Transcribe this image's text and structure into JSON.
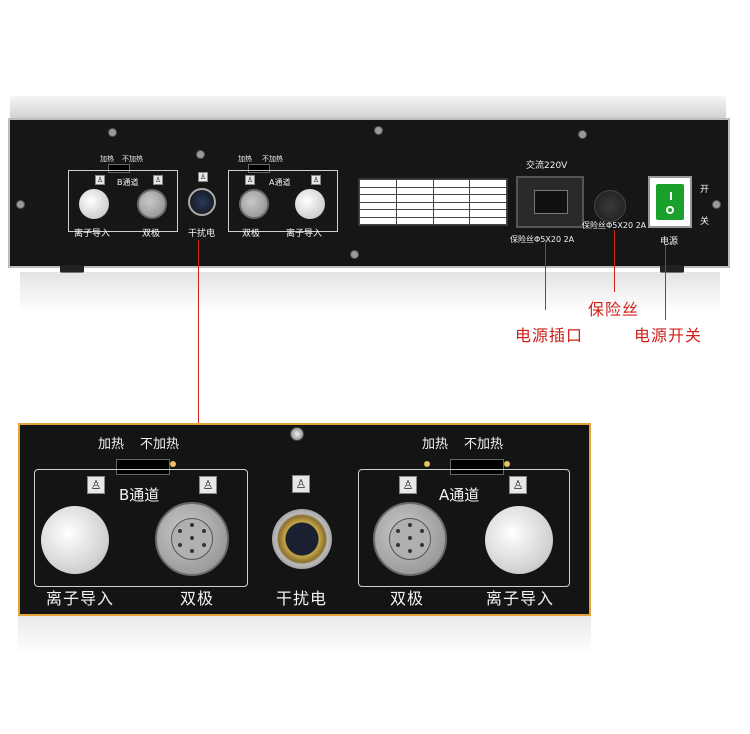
{
  "device": {
    "channel_b": {
      "title": "B通道",
      "heat_on": "加热",
      "heat_off": "不加热",
      "ion_label": "离子导入",
      "bipolar_label": "双极"
    },
    "channel_a": {
      "title": "A通道",
      "heat_on": "加热",
      "heat_off": "不加热",
      "ion_label": "离子导入",
      "bipolar_label": "双极"
    },
    "interference_label": "干扰电",
    "ac_label": "交流220V",
    "fuse_spec_left": "保险丝Φ5X20 2A",
    "fuse_spec_right": "保险丝Φ5X20 2A",
    "switch_on": "开",
    "switch_off": "关",
    "switch_label": "电源"
  },
  "callouts": {
    "power_socket": "电源插口",
    "fuse": "保险丝",
    "power_switch": "电源开关"
  },
  "zoom": {
    "channel_b": {
      "title": "B通道",
      "heat_on": "加热",
      "heat_off": "不加热",
      "ion_label": "离子导入",
      "bipolar_label": "双极"
    },
    "channel_a": {
      "title": "A通道",
      "heat_on": "加热",
      "heat_off": "不加热",
      "ion_label": "离子导入",
      "bipolar_label": "双极"
    },
    "interference_label": "干扰电"
  },
  "colors": {
    "accent_red": "#d0201a",
    "zoom_border": "#e6a33a",
    "switch_green": "#1aa12b"
  }
}
